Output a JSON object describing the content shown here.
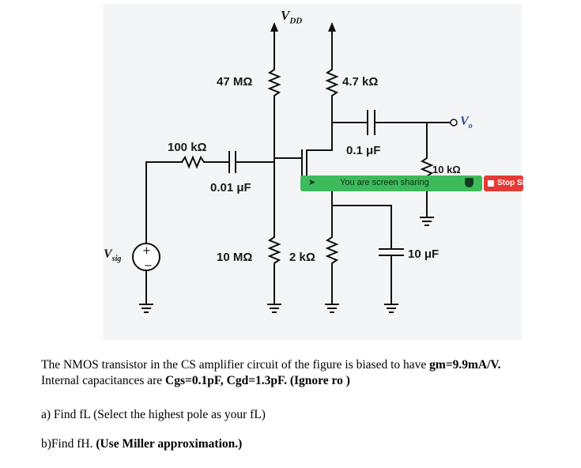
{
  "circuit": {
    "vdd": "V",
    "vdd_sub": "DD",
    "r_g1": "47 MΩ",
    "r_d": "4.7 kΩ",
    "r_sig": "100 kΩ",
    "c_c1": "0.01 μF",
    "c_c2": "0.1 μF",
    "r_l": "10 kΩ",
    "r_g2": "10 MΩ",
    "r_s": "2 kΩ",
    "c_s": "10 μF",
    "v_sig": "V",
    "v_sig_sub": "sig",
    "v_o": "V",
    "v_o_sub": "o"
  },
  "overlay": {
    "share_text": "You are screen sharing",
    "stop_label": "Stop Sh",
    "colors": {
      "share_bar": "#3dbb5b",
      "stop": "#e53935"
    }
  },
  "question": {
    "p1_pre": "The NMOS transistor in the CS amplifier circuit of the figure is biased to have ",
    "gm": "gm=9.9mA/V",
    "p1_post": ".",
    "p2_pre": "Internal capacitances are ",
    "caps": "Cgs=0.1pF, Cgd=1.3pF. (Ignore ro )",
    "part_a": "a) Find fL (Select the highest pole as your fL)",
    "part_b_pre": "b)Find fH. ",
    "part_b_bold": "(Use Miller approximation.)"
  }
}
